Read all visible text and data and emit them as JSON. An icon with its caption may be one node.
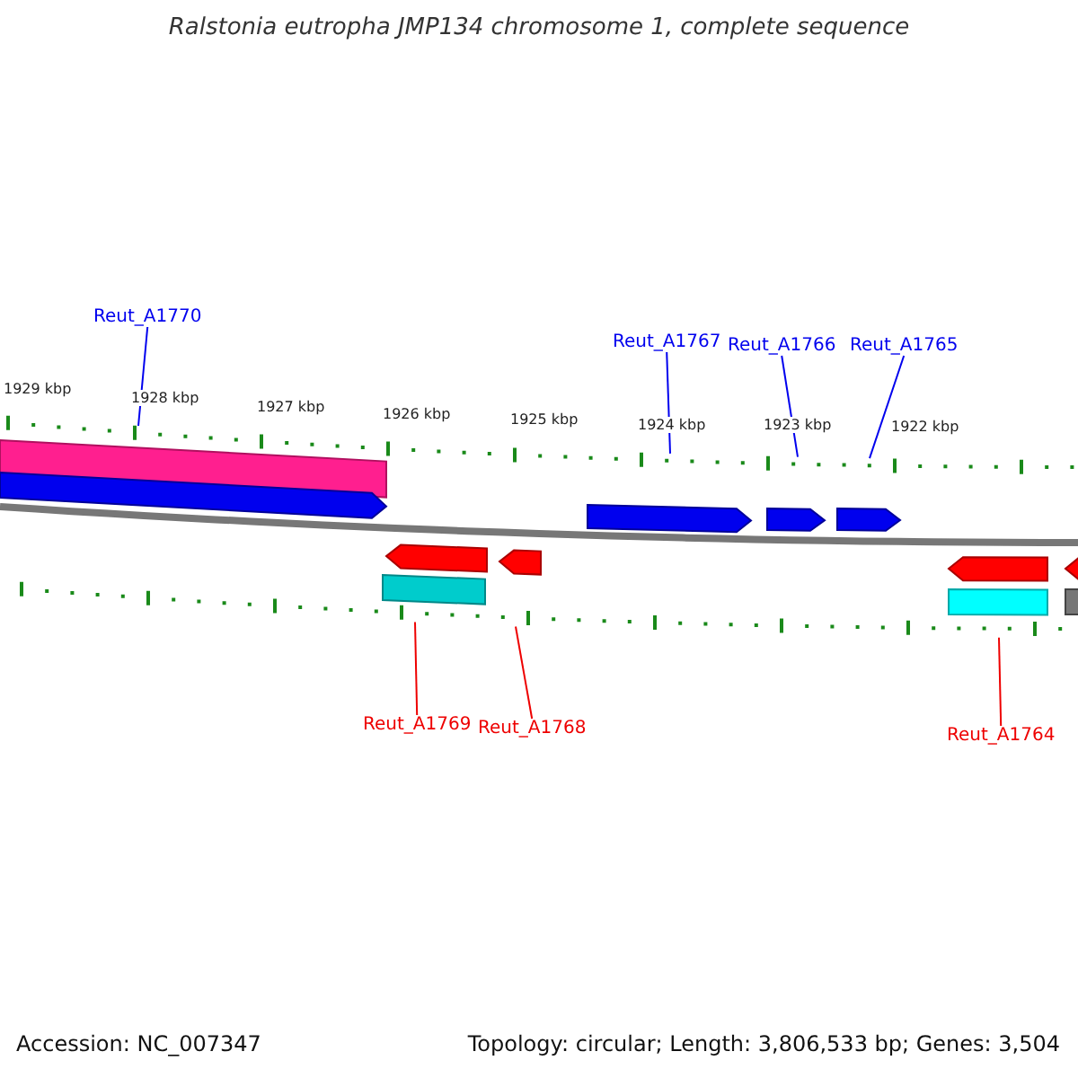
{
  "diagram": {
    "title": "Ralstonia eutropha JMP134 chromosome 1, complete sequence",
    "nodes": [
      {
        "text": [
          "Reut_A1770"
        ]
      },
      {
        "text": [
          "Reut_A1767"
        ]
      },
      {
        "text": [
          "Reut_A1766"
        ]
      },
      {
        "text": [
          "Reut_A1765"
        ]
      },
      {
        "text": [
          "Reut_A1769"
        ]
      },
      {
        "text": [
          "Reut_A1768"
        ]
      },
      {
        "text": [
          "Reut_A1764"
        ]
      },
      {
        "text": [],
        "shape": "bar"
      },
      {
        "text": [],
        "shape": "bar"
      }
    ],
    "edges": [
      {
        "from": 0,
        "to": 7,
        "arrow": "none"
      },
      {
        "from": 1,
        "to": 7,
        "arrow": "none"
      },
      {
        "from": 2,
        "to": 7,
        "arrow": "none"
      },
      {
        "from": 3,
        "to": 7,
        "arrow": "none"
      },
      {
        "from": 4,
        "to": 8,
        "arrow": "none",
        "color": "#ee0000"
      },
      {
        "from": 5,
        "to": 8,
        "arrow": "none",
        "color": "#ee0000"
      },
      {
        "from": 6,
        "to": 8,
        "arrow": "none",
        "color": "#ee0000"
      }
    ],
    "labels": [
      "1929 kbp",
      "1928 kbp",
      "1927 kbp",
      "1926 kbp",
      "1925 kbp",
      "1924 kbp",
      "1923 kbp",
      "1922 kbp",
      "Accession: NC_007347",
      "Topology: circular; Length: 3,806,533 bp; Genes: 3,504"
    ]
  }
}
